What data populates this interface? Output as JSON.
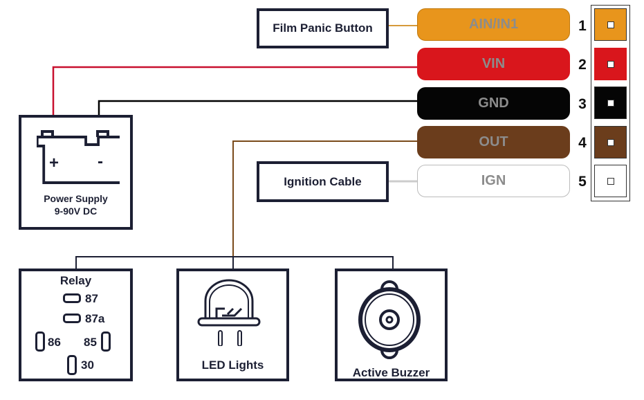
{
  "external_devices": {
    "panic_button": "Film Panic Button",
    "ignition": "Ignition Cable"
  },
  "power_supply": {
    "line1": "Power Supply",
    "line2": "9-90V DC",
    "plus": "+",
    "minus": "-"
  },
  "wires": [
    {
      "pin": "1",
      "label": "AIN/IN1",
      "color": "#e8951c"
    },
    {
      "pin": "2",
      "label": "VIN",
      "color": "#d9161c"
    },
    {
      "pin": "3",
      "label": "GND",
      "color": "#050505"
    },
    {
      "pin": "4",
      "label": "OUT",
      "color": "#6b3d1c"
    },
    {
      "pin": "5",
      "label": "IGN",
      "color": "#ffffff"
    }
  ],
  "relay": {
    "title": "Relay",
    "pins": {
      "p87": "87",
      "p87a": "87a",
      "p86": "86",
      "p85": "85",
      "p30": "30"
    }
  },
  "led": {
    "label": "LED Lights"
  },
  "buzzer": {
    "label": "Active Buzzer"
  },
  "colors": {
    "outline": "#1c1f33",
    "panic_wire": "#d69a3a",
    "vin_wire": "#c8102e",
    "gnd_wire": "#000000",
    "out_wire": "#7a4a1a",
    "ign_wire": "#cccccc"
  }
}
